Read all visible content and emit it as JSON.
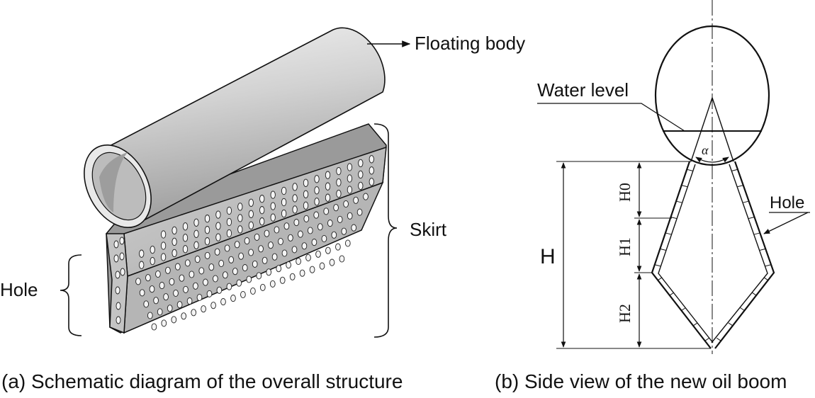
{
  "panel_a": {
    "label_floating_body": "Floating body",
    "label_skirt": "Skirt",
    "label_hole": "Hole",
    "caption": "(a) Schematic diagram of the overall structure"
  },
  "panel_b": {
    "label_water_level": "Water level",
    "label_hole": "Hole",
    "label_alpha": "α",
    "dim_H": "H",
    "dim_H0": "H0",
    "dim_H1": "H1",
    "dim_H2": "H2",
    "caption": "(b) Side view of the new oil boom"
  },
  "colors": {
    "line": "#111111",
    "tube_light": "#e6e6e6",
    "tube_mid": "#c9c9c9",
    "tube_dark": "#9e9e9e",
    "skirt_face": "#bdbdbd",
    "skirt_dark": "#8f8f8f"
  }
}
